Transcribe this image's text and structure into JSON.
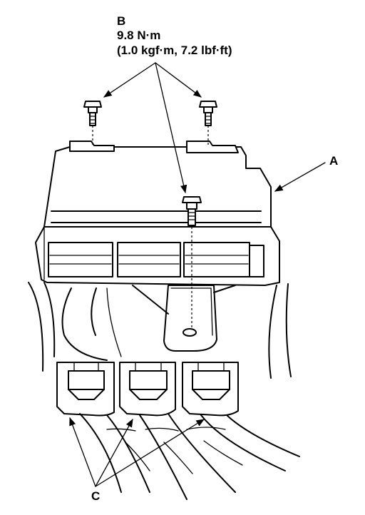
{
  "callouts": {
    "b": {
      "letter": "B",
      "torque_nm": "9.8 N·m",
      "torque_alt": "(1.0 kgf·m, 7.2 lbf·ft)"
    },
    "a": {
      "letter": "A"
    },
    "c": {
      "letter": "C"
    }
  },
  "parts": [
    "control-unit",
    "mounting-bolt",
    "mounting-bracket",
    "connector",
    "wire-harness"
  ]
}
